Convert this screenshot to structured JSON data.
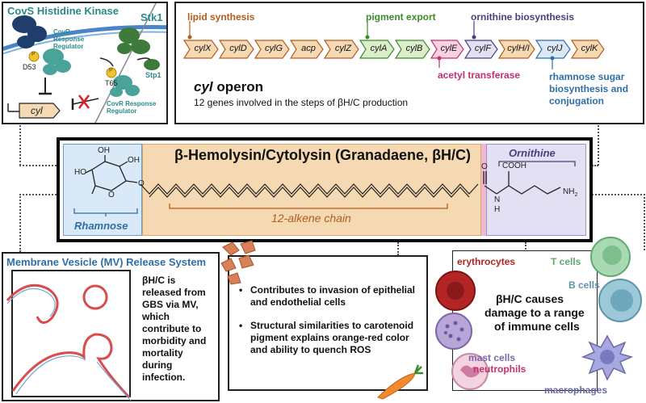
{
  "kinase_panel": {
    "title": "CovS Histidine Kinase",
    "stk1_label": "Stk1",
    "regulator_label_1": "CovR Response Regulator",
    "regulator_label_2": "CovR Response Regulator",
    "d53": "D53",
    "t65": "T65",
    "stp1": "Stp1",
    "gene": "cyl",
    "p1": "P",
    "p2": "P"
  },
  "operon": {
    "genes": [
      "cylX",
      "cylD",
      "cylG",
      "acp",
      "cylZ",
      "cylA",
      "cylB",
      "cylE",
      "cylF",
      "cylH/I",
      "cylJ",
      "cylK"
    ],
    "labels": {
      "lipid": "lipid synthesis",
      "pigment": "pigment export",
      "ornithine": "ornithine biosynthesis",
      "acetyl": "acetyl transferase",
      "rhamnose": [
        "rhamnose sugar",
        "biosynthesis and",
        "conjugation"
      ]
    },
    "title_italic": "cyl",
    "title_rest": " operon",
    "subtitle": "12 genes involved in the steps of βH/C production"
  },
  "molecule": {
    "title": "β-Hemolysin/Cytolysin (Granadaene, βH/C)",
    "rhamnose": "Rhamnose",
    "ornithine": "Ornithine",
    "chain": "12-alkene chain",
    "atoms": {
      "oh_top": "OH",
      "ho_left": "HO",
      "oh_mid": "OH",
      "o_ring": "O",
      "o_link": "O",
      "o_carbonyl": "O",
      "cooh": "COOH",
      "nh": "N",
      "h": "H",
      "nh2": "NH",
      "nh2_sub": "2"
    }
  },
  "vesicle_panel": {
    "title": "Membrane Vesicle (MV) Release System",
    "lines": [
      "βH/C is",
      "released from",
      "GBS via MV,",
      "which",
      "contribute to",
      "morbidity and",
      "mortality",
      "during",
      "infection."
    ]
  },
  "middle_panel": {
    "bullets": [
      [
        "Contributes to invasion of epithelial",
        "and endothelial cells"
      ],
      [
        "Structural similarities to carotenoid",
        "pigment explains orange-red color",
        "and ability to quench ROS"
      ]
    ]
  },
  "immune_panel": {
    "erythrocytes": "erythrocytes",
    "tcells": "T cells",
    "bcells": "B cells",
    "center": [
      "βH/C causes",
      "damage to a range",
      "of immune cells"
    ],
    "mast": "mast cells",
    "neutrophils": "neutrophils",
    "macrophages": "macrophages"
  },
  "colors": {
    "lipid": "#b35c1e",
    "pigment": "#3d8b2d",
    "acetyl": "#c2306e",
    "ornithine": "#4a3e7e",
    "rhamnose": "#2f6ea8",
    "teal": "#2a8a8a",
    "tan": "#f4d9b3"
  }
}
